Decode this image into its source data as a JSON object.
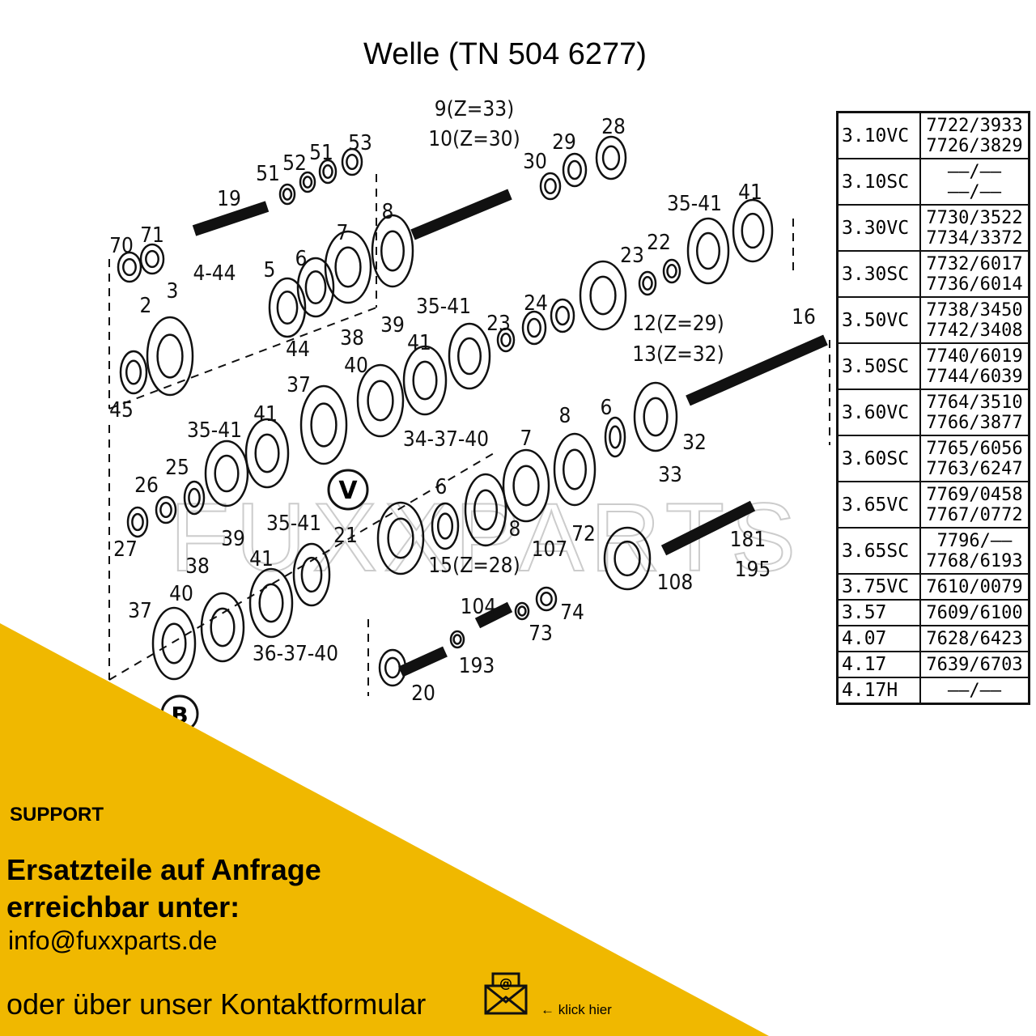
{
  "title": "Welle (TN 504 6277)",
  "watermark": "FUXXPARTS",
  "markers": {
    "v": "V",
    "b": "B"
  },
  "callouts": [
    "9(Z=33)",
    "10(Z=30)",
    "28",
    "29",
    "30",
    "53",
    "51",
    "52",
    "51",
    "19",
    "70",
    "71",
    "8",
    "7",
    "5",
    "6",
    "4-44",
    "2",
    "3",
    "44",
    "45",
    "35-41",
    "41",
    "23",
    "22",
    "35-41",
    "24",
    "23",
    "12(Z=29)",
    "13(Z=32)",
    "16",
    "38",
    "39",
    "40",
    "41",
    "37",
    "34-37-40",
    "35-41",
    "41",
    "25",
    "26",
    "27",
    "8",
    "6",
    "7",
    "32",
    "33",
    "6",
    "8",
    "35-41",
    "21",
    "39",
    "38",
    "41",
    "40",
    "37",
    "15(Z=28)",
    "107",
    "72",
    "108",
    "181",
    "195",
    "104",
    "74",
    "73",
    "193",
    "36-37-40",
    "20"
  ],
  "table": [
    {
      "model": "3.10VC",
      "nums": [
        "7722/3933",
        "7726/3829"
      ]
    },
    {
      "model": "3.10SC",
      "nums": [
        "——/——",
        "——/——"
      ]
    },
    {
      "model": "3.30VC",
      "nums": [
        "7730/3522",
        "7734/3372"
      ]
    },
    {
      "model": "3.30SC",
      "nums": [
        "7732/6017",
        "7736/6014"
      ]
    },
    {
      "model": "3.50VC",
      "nums": [
        "7738/3450",
        "7742/3408"
      ]
    },
    {
      "model": "3.50SC",
      "nums": [
        "7740/6019",
        "7744/6039"
      ]
    },
    {
      "model": "3.60VC",
      "nums": [
        "7764/3510",
        "7766/3877"
      ]
    },
    {
      "model": "3.60SC",
      "nums": [
        "7765/6056",
        "7763/6247"
      ]
    },
    {
      "model": "3.65VC",
      "nums": [
        "7769/0458",
        "7767/0772"
      ]
    },
    {
      "model": "3.65SC",
      "nums": [
        "7796/——",
        "7768/6193"
      ]
    },
    {
      "model": "3.75VC",
      "nums": [
        "7610/0079"
      ]
    },
    {
      "model": "3.57",
      "nums": [
        "7609/6100"
      ]
    },
    {
      "model": "4.07",
      "nums": [
        "7628/6423"
      ]
    },
    {
      "model": "4.17",
      "nums": [
        "7639/6703"
      ]
    },
    {
      "model": "4.17H",
      "nums": [
        "——/——"
      ]
    }
  ],
  "support": {
    "label": "SUPPORT",
    "headline1": "Ersatzteile auf Anfrage",
    "headline2": "erreichbar unter:",
    "email": "info@fuxxparts.de",
    "contact": "oder über unser Kontaktformular",
    "click": "← klick hier"
  },
  "colors": {
    "yellow": "#f0b800",
    "ink": "#111111"
  }
}
